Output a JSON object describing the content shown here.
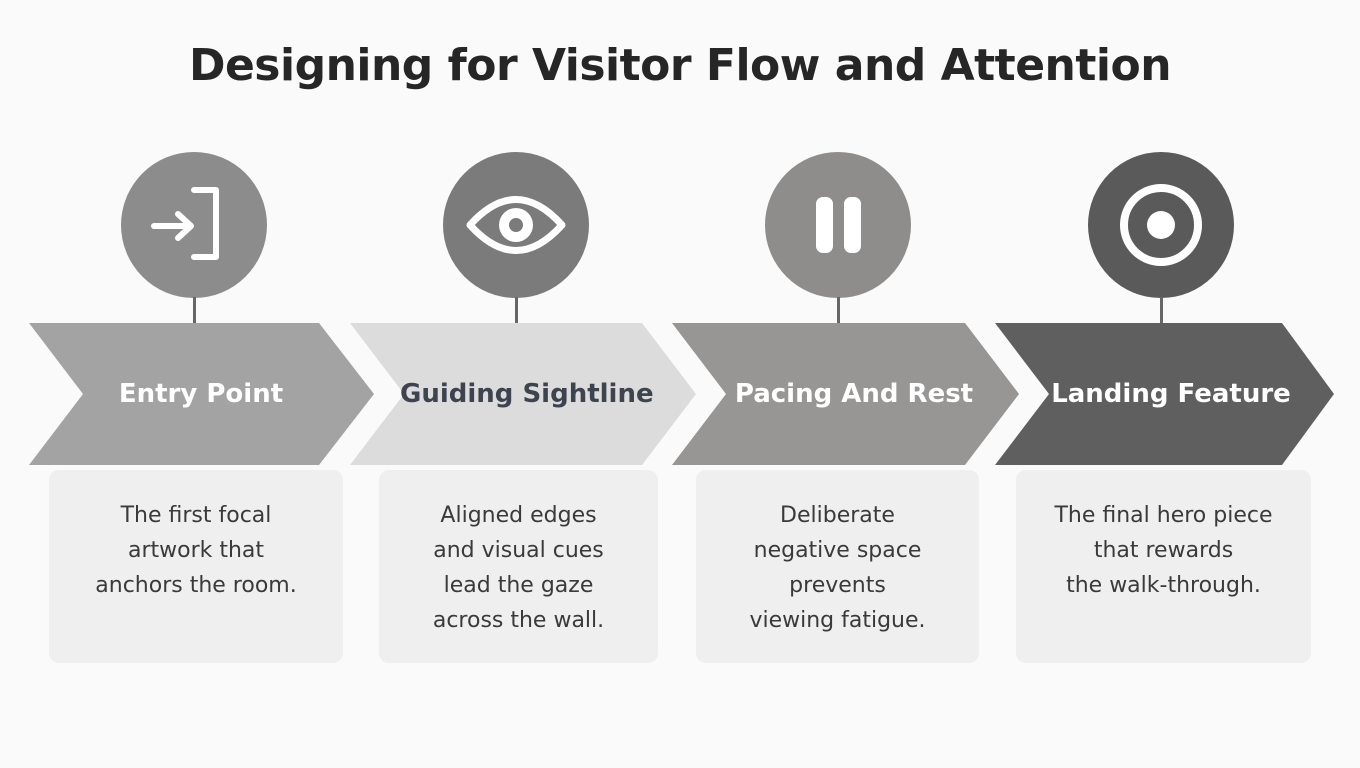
{
  "title": "Designing for Visitor Flow and Attention",
  "steps": [
    {
      "label": "Entry Point",
      "icon": "enter-icon",
      "description": [
        "The first focal",
        "artwork that",
        "anchors the room."
      ],
      "colors": {
        "circle": "#8c8c8c",
        "chevron": "#a3a3a3",
        "label": "#ffffff",
        "dot": "#808080"
      }
    },
    {
      "label": "Guiding Sightline",
      "icon": "eye-icon",
      "description": [
        "Aligned edges",
        "and visual cues",
        "lead the gaze",
        "across the wall."
      ],
      "colors": {
        "circle": "#7b7b7b",
        "chevron": "#dcdcdc",
        "label": "#3d4450",
        "dot": "#5f5f5f"
      }
    },
    {
      "label": "Pacing And Rest",
      "icon": "pause-icon",
      "description": [
        "Deliberate",
        "negative space",
        "prevents",
        "viewing fatigue."
      ],
      "colors": {
        "circle": "#8f8d8b",
        "chevron": "#979695",
        "label": "#ffffff",
        "dot": "#d8d8d8"
      }
    },
    {
      "label": "Landing Feature",
      "icon": "target-icon",
      "description": [
        "The final hero piece",
        "that rewards",
        "the walk-through."
      ],
      "colors": {
        "circle": "#5a5a5a",
        "chevron": "#5f5f5f",
        "label": "#ffffff",
        "dot": "#cfcfcf"
      }
    }
  ]
}
